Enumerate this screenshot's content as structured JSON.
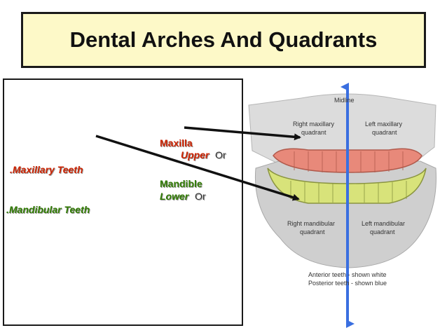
{
  "title": "Dental Arches And Quadrants",
  "labels": {
    "maxillary_teeth": ".Maxillary Teeth",
    "mandibular_teeth": ".Mandibular Teeth",
    "maxilla": "Maxilla",
    "upper": "Upper",
    "or_upper": "Or",
    "mandible": "Mandible",
    "lower": "Lower",
    "or_lower": "Or"
  },
  "figure": {
    "midline": "Midline",
    "right_maxillary": [
      "Right maxillary",
      "quadrant"
    ],
    "left_maxillary": [
      "Left maxillary",
      "quadrant"
    ],
    "right_mandibular": [
      "Right mandibular",
      "quadrant"
    ],
    "left_mandibular": [
      "Left mandibular",
      "quadrant"
    ],
    "legend_anterior": "Anterior teeth - shown white",
    "legend_posterior": "Posterior teeth - shown blue"
  },
  "colors": {
    "title_bg": "#fdf9c8",
    "red_label": "#cc2200",
    "green_label": "#2f7a00",
    "midline_arrow": "#3a6fe0",
    "upper_arch": "#e8897a",
    "lower_arch": "#d8e37a"
  }
}
